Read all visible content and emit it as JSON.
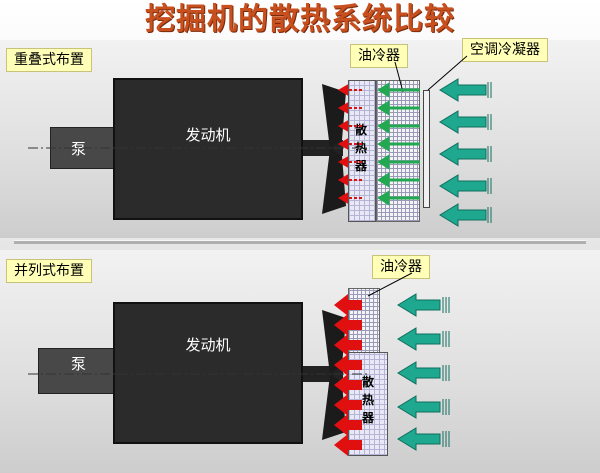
{
  "title": "挖掘机的散热系统比较",
  "top_panel": {
    "layout_label": "重叠式布置",
    "engine_label": "发动机",
    "pump_label": "泵",
    "oil_cooler_label": "油冷器",
    "radiator_label": [
      "散",
      "热",
      "器"
    ],
    "condenser_label": "空调冷凝器"
  },
  "bottom_panel": {
    "layout_label": "并列式布置",
    "engine_label": "发动机",
    "pump_label": "泵",
    "oil_cooler_label": "油冷器",
    "radiator_label": [
      "散",
      "热",
      "器"
    ]
  },
  "colors": {
    "title": "#c8501e",
    "intake_arrow": "#1fa890",
    "internal_arrow": "#22a850",
    "exhaust_arrow": "#e01010",
    "label_bg": "#ffffb8",
    "engine": "#2b2b2b"
  }
}
